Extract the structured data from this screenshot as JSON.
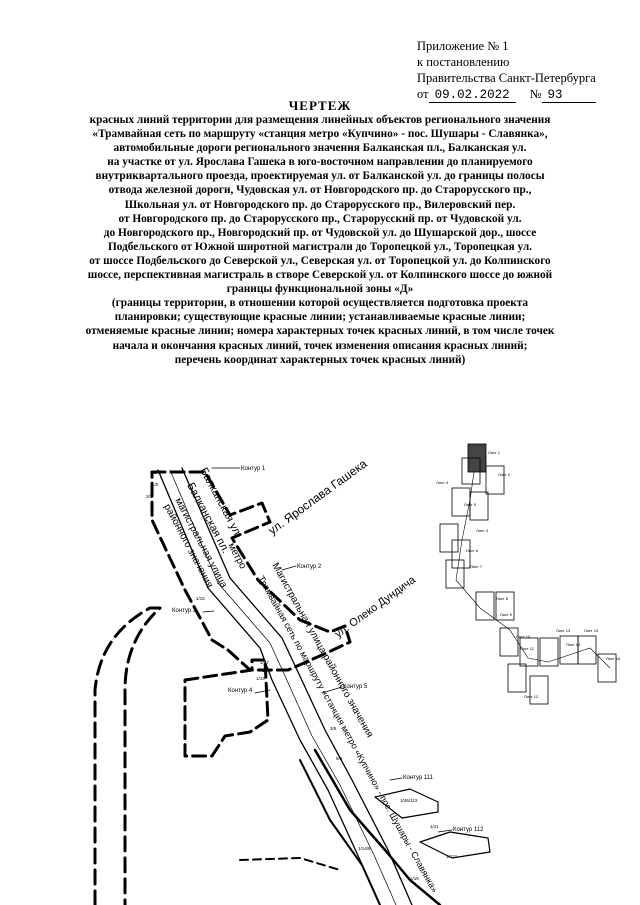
{
  "appendix": {
    "line1": "Приложение № 1",
    "line2": "к постановлению",
    "line3": "Правительства Санкт-Петербурга",
    "date_prefix": "от",
    "date": "09.02.2022",
    "num_prefix": "№",
    "number": "93"
  },
  "title": {
    "heading": "ЧЕРТЕЖ",
    "lines": [
      "красных линий территории для размещения линейных объектов регионального значения",
      "«Трамвайная сеть по маршруту «станция метро «Купчино» - пос. Шушары - Славянка»,",
      "автомобильные дороги регионального значения Балканская пл., Балканская ул.",
      "на участке от ул. Ярослава Гашека в юго-восточном направлении до планируемого",
      "внутриквартального проезда, проектируемая ул. от Балканской ул. до границы полосы",
      "отвода железной дороги, Чудовская ул. от Новгородского пр. до Старорусского пр.,",
      "Школьная ул. от Новгородского пр. до Старорусского пр., Вилеровский пер.",
      "от Новгородского пр. до Старорусского пр., Старорусский пр. от Чудовской ул.",
      "до Новгородского пр., Новгородский пр. от Чудовской ул. до Шушарской дор., шоссе",
      "Подбельского от Южной широтной магистрали до Торопецкой ул., Торопецкая ул.",
      "от шоссе Подбельского до Северской ул., Северская ул. от Торопецкой ул. до Колпинского",
      "шоссе, перспективная магистраль в створе Северской ул. от Колпинского шоссе до южной",
      "границы функциональной зоны «Д»"
    ],
    "legend_lines": [
      "(границы территории, в отношении которой осуществляется подготовка проекта",
      "планировки; существующие красные линии; устанавливаемые красные линии;",
      "отменяемые красные линии; номера характерных точек красных линий, в том числе точек",
      "начала и окончания красных линий, точек изменения описания красных линий;",
      "перечень координат характерных точек красных линий)"
    ]
  },
  "map": {
    "streets": {
      "gasheka": "ул. Ярослава Гашека",
      "dundicha": "ул. Олеко Дундича",
      "balkanskaya_ul": "Балканская ул.",
      "balkanskaya_pl": "Балканская пл.",
      "metro": "метро",
      "magistral_1": "магистральная улица",
      "magistral_1b": "районного значения",
      "magistral_2": "Магистральная улица районного значения",
      "tram": "Трамвайная сеть по маршруту «станция метро «Купчино» - пос. Шушары - Славянка»"
    },
    "contours": {
      "c1": "Контур 1",
      "c2": "Контур 2",
      "c3": "Контур 3",
      "c4": "Контур 4",
      "c5": "Контур 5",
      "c111": "Контур 111",
      "c112": "Контур 112"
    },
    "sheets": {
      "s1": "Лист 1",
      "s2": "Лист 2",
      "s3": "Лист 3",
      "s4": "Лист 4",
      "s5": "Лист 5",
      "s6": "Лист 6",
      "s7": "Лист 7",
      "s8": "Лист 8",
      "s9": "Лист 9",
      "s10": "Лист 10",
      "s11": "Лист 11",
      "s12": "Лист 12",
      "s13": "Лист 13",
      "s14": "Лист 14",
      "s15": "Лист 15",
      "s16": "Лист 16"
    },
    "points": {
      "p1": "1/1",
      "p2": "1/0",
      "p3": "3/3",
      "p4": "1/15",
      "p5": "1/47",
      "p6": "1/48",
      "p7": "1/43",
      "p8": "3/5",
      "p9": "5/5",
      "p10": "1/46/113",
      "p11": "1/11",
      "p12": "1/112",
      "p13": "1/14/8",
      "p14": "1/19"
    },
    "colors": {
      "line": "#000000",
      "sheet_dark": "#444444"
    }
  }
}
